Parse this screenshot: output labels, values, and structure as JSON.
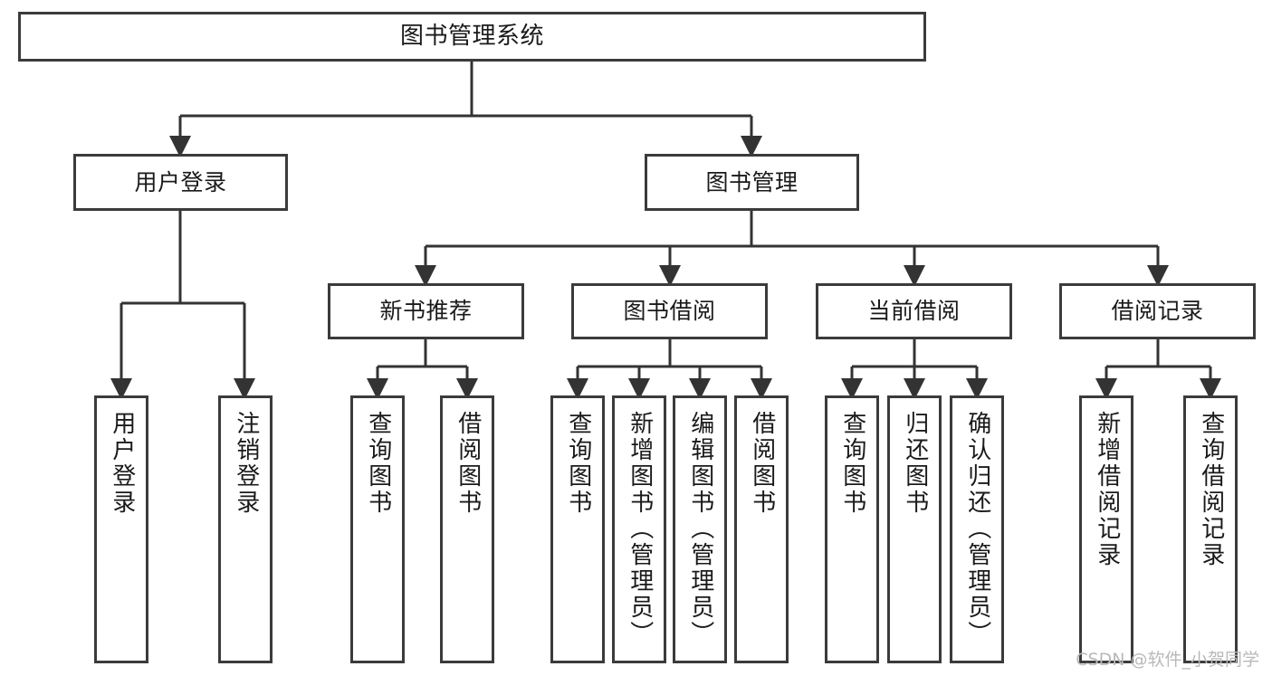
{
  "diagram": {
    "title": "图书管理系统",
    "style": {
      "box_border_color": "#3b3b3b",
      "box_fill_color": "#ffffff",
      "connector_color": "#333333",
      "text_color": "#1a1a1a",
      "background_color": "#ffffff"
    },
    "nodes": {
      "root": {
        "label": "图书管理系统"
      },
      "level2": [
        {
          "label": "用户登录"
        },
        {
          "label": "图书管理"
        }
      ],
      "level3": [
        {
          "label": "新书推荐"
        },
        {
          "label": "图书借阅"
        },
        {
          "label": "当前借阅"
        },
        {
          "label": "借阅记录"
        }
      ],
      "leaves": {
        "user_login": [
          {
            "label": "用户登录"
          },
          {
            "label": "注销登录"
          }
        ],
        "new_book_recommend": [
          {
            "label": "查询图书"
          },
          {
            "label": "借阅图书"
          }
        ],
        "book_borrow": [
          {
            "label": "查询图书"
          },
          {
            "label": "新增图书（管理员）"
          },
          {
            "label": "编辑图书（管理员）"
          },
          {
            "label": "借阅图书"
          }
        ],
        "current_borrow": [
          {
            "label": "查询图书"
          },
          {
            "label": "归还图书"
          },
          {
            "label": "确认归还（管理员）"
          }
        ],
        "borrow_record": [
          {
            "label": "新增借阅记录"
          },
          {
            "label": "查询借阅记录"
          }
        ]
      }
    },
    "watermark": "CSDN @软件_小贺同学"
  }
}
